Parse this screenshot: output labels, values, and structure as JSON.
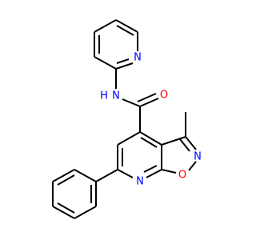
{
  "molecule": {
    "atoms": [
      {
        "id": "n_pyr",
        "symbol": "N",
        "color": "#0000ff"
      },
      {
        "id": "n_amide",
        "symbol": "N",
        "color": "#0000ff"
      },
      {
        "id": "h_amide",
        "symbol": "H",
        "color": "#0000ff"
      },
      {
        "id": "o_carbonyl",
        "symbol": "O",
        "color": "#ff0000"
      },
      {
        "id": "n_isox",
        "symbol": "N",
        "color": "#0000ff"
      },
      {
        "id": "o_isox",
        "symbol": "O",
        "color": "#ff0000"
      },
      {
        "id": "n_pyridine_core",
        "symbol": "N",
        "color": "#0000ff"
      }
    ]
  }
}
